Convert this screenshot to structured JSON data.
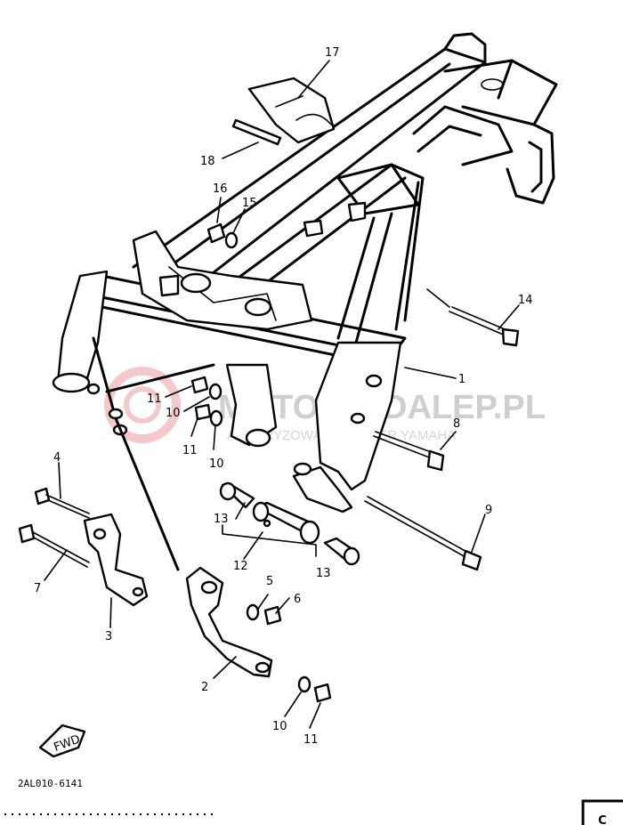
{
  "callouts": [
    {
      "id": "1",
      "text": "1"
    },
    {
      "id": "2",
      "text": "2"
    },
    {
      "id": "3",
      "text": "3"
    },
    {
      "id": "4",
      "text": "4"
    },
    {
      "id": "5",
      "text": "5"
    },
    {
      "id": "6",
      "text": "6"
    },
    {
      "id": "7",
      "text": "7"
    },
    {
      "id": "8",
      "text": "8"
    },
    {
      "id": "9",
      "text": "9"
    },
    {
      "id": "10a",
      "text": "10"
    },
    {
      "id": "10b",
      "text": "10"
    },
    {
      "id": "10c",
      "text": "10"
    },
    {
      "id": "11a",
      "text": "11"
    },
    {
      "id": "11b",
      "text": "11"
    },
    {
      "id": "11c",
      "text": "11"
    },
    {
      "id": "12",
      "text": "12"
    },
    {
      "id": "13a",
      "text": "13"
    },
    {
      "id": "13b",
      "text": "13"
    },
    {
      "id": "14",
      "text": "14"
    },
    {
      "id": "15",
      "text": "15"
    },
    {
      "id": "16",
      "text": "16"
    },
    {
      "id": "17",
      "text": "17"
    },
    {
      "id": "18",
      "text": "18"
    }
  ],
  "fwd_label": "FWD",
  "diagram_code": "2AL010-6141",
  "watermark": {
    "main": "MOTOMA-DALEP.PL",
    "sub": "AUTORYZOWANY DEALER YAMAHA"
  },
  "page_marker": "C"
}
